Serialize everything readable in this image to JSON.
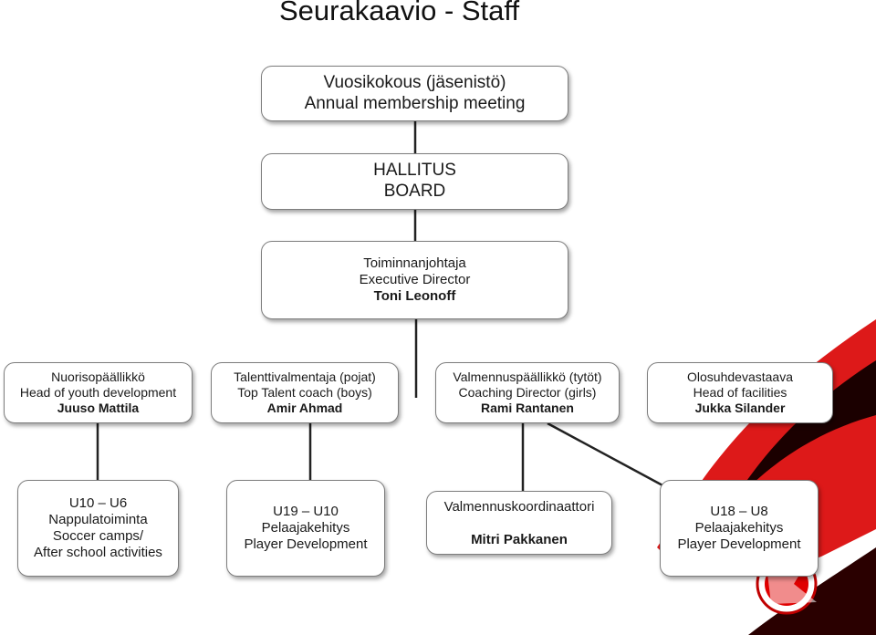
{
  "page_title": "Seurakaavio - Staff",
  "colors": {
    "box_border": "#7d7d7d",
    "connector": "#222222",
    "accent_red": "#d90000",
    "accent_dark": "#1b0000"
  },
  "icons": [
    "club-logo-icon"
  ],
  "levels": {
    "assembly": {
      "line1": "Vuosikokous (jäsenistö)",
      "line2": "Annual membership meeting"
    },
    "board": {
      "line1": "HALLITUS",
      "line2": "BOARD"
    },
    "executive": {
      "line1": "Toiminnanjohtaja",
      "line2": "Executive Director",
      "name": "Toni Leonoff"
    }
  },
  "managers": [
    {
      "title_fi": "Nuorisopäällikkö",
      "title_en": "Head of youth development",
      "name": "Juuso Mattila"
    },
    {
      "title_fi": "Talenttivalmentaja (pojat)",
      "title_en": "Top Talent coach (boys)",
      "name": "Amir Ahmad"
    },
    {
      "title_fi": "Valmennuspäällikkö (tytöt)",
      "title_en": "Coaching Director (girls)",
      "name": "Rami Rantanen"
    },
    {
      "title_fi": "Olosuhdevastaava",
      "title_en": "Head of facilities",
      "name": "Jukka Silander"
    }
  ],
  "units": [
    {
      "line1": "U10 – U6",
      "line2": "Nappulatoiminta",
      "line3": "Soccer camps/",
      "line4": "After school activities"
    },
    {
      "line1": "U19 – U10",
      "line2": "Pelaajakehitys",
      "line3": "Player Development"
    },
    {
      "line1": "Valmennuskoordinaattori",
      "name": "Mitri Pakkanen"
    },
    {
      "line1": "U18 – U8",
      "line2": "Pelaajakehitys",
      "line3": "Player Development"
    }
  ]
}
